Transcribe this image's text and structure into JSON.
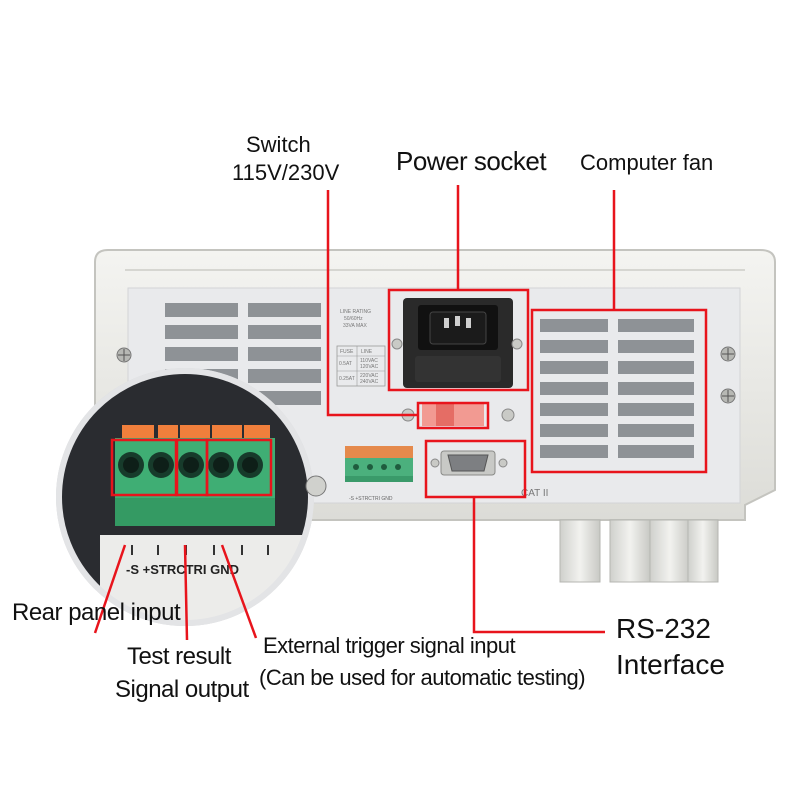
{
  "labels": {
    "switch_line1": "Switch",
    "switch_line2": "115V/230V",
    "power_socket": "Power socket",
    "computer_fan": "Computer fan",
    "rear_panel_input": "Rear panel input",
    "test_result_line1": "Test result",
    "test_result_line2": "Signal output",
    "ext_trigger_line1": "External trigger signal input",
    "ext_trigger_line2": "(Can be used for automatic testing)",
    "rs232_line1": "RS-232",
    "rs232_line2": "Interface"
  },
  "panel_text": {
    "line_rating": [
      "LINE RATING",
      "50/60Hz",
      "33VA MAX"
    ],
    "fuse_header": [
      "FUSE",
      "LINE"
    ],
    "fuse_rows": [
      [
        "0.5AT",
        "110VAC",
        "120VAC"
      ],
      [
        "0.25AT",
        "220VAC",
        "240VAC"
      ]
    ],
    "cat": "CAT II",
    "terminal_small": "-S +STRCTRI GND",
    "terminal_zoom": "-S  +STRCTRI GND"
  },
  "colors": {
    "highlight": "#e8141c",
    "terminal_green": "#3fae74",
    "terminal_orange": "#f07f3c",
    "panel_grey": "#e9eaec"
  }
}
